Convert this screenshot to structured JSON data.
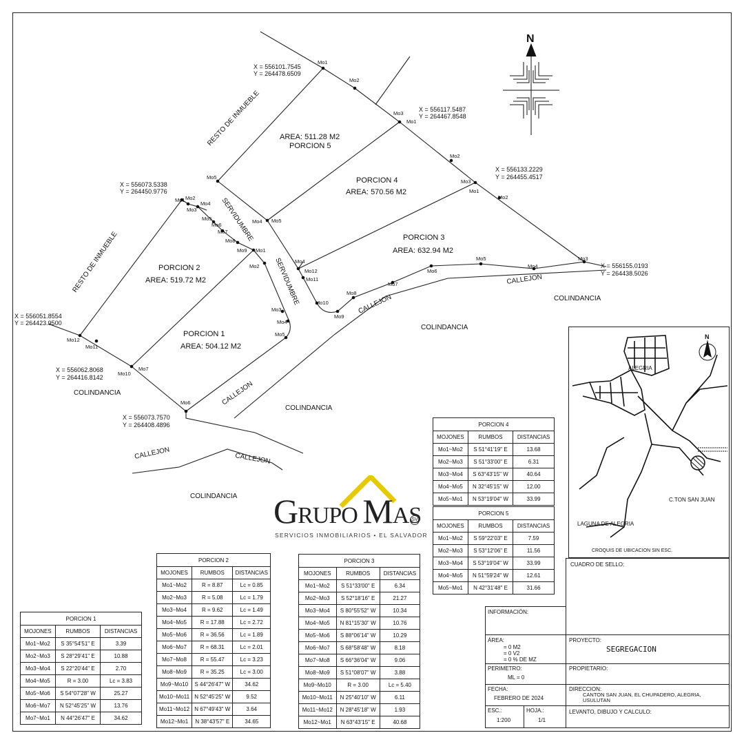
{
  "plan": {
    "north_letter": "N",
    "coords": {
      "mo1_top": {
        "x": "X  =  556101.7545",
        "y": "Y  =  264478.6509"
      },
      "mo3_top": {
        "x": "X  =  556117.5487",
        "y": "Y  =  264467.8548"
      },
      "mo3_right": {
        "x": "X  =  556133.2229",
        "y": "Y  =  264455.4517"
      },
      "mo3_far": {
        "x": "X  =  556155.0193",
        "y": "Y  =  264438.5026"
      },
      "mo1_left": {
        "x": "X  =  556073.5338",
        "y": "Y  =  264450.9776"
      },
      "mo12_left": {
        "x": "X  =  556051.8554",
        "y": "Y  =  264423.9500"
      },
      "mo10_left": {
        "x": "X  =  556062.8068",
        "y": "Y  =  264416.8142"
      },
      "mo6_bottom": {
        "x": "X  =  556073.7570",
        "y": "Y  =  264408.4896"
      }
    },
    "areas": {
      "p5": {
        "area": "AREA:  511.28  M2",
        "name": "PORCION  5"
      },
      "p4": {
        "name": "PORCION  4",
        "area": "AREA:  570.56  M2"
      },
      "p3": {
        "name": "PORCION  3",
        "area": "AREA:  632.94  M2"
      },
      "p2": {
        "name": "PORCION  2",
        "area": "AREA:  519.72  M2"
      },
      "p1": {
        "name": "PORCION  1",
        "area": "AREA:  504.12  M2"
      }
    },
    "labels": {
      "resto1": "RESTO  DE  INMUEBLE",
      "resto2": "RESTO  DE  INMUEBLE",
      "servidumbre1": "SERVIDUMBRE",
      "servidumbre2": "SERVIDUMBRE",
      "callejon": "CALLEJON",
      "colindancia": "COLINDANCIA"
    },
    "markers": [
      "Mo1",
      "Mo2",
      "Mo3",
      "Mo4",
      "Mo5",
      "Mo6",
      "Mo7",
      "Mo8",
      "Mo9",
      "Mo10",
      "Mo11",
      "Mo12"
    ]
  },
  "logo": {
    "main_a": "G",
    "main_b": "RUPO ",
    "main_c": "M",
    "main_d": "AS",
    "sv": "SV",
    "subtitle": "SERVICIOS INMOBILIARIOS • EL SALVADOR"
  },
  "location_map": {
    "town": "ALEGRIA",
    "canton": "C.TON SAN JUAN",
    "lagoon": "LAGUNA DE ALEGRIA",
    "caption": "CROQUIS DE UBICACION SIN ESC."
  },
  "tables": {
    "headers": [
      "MOJONES",
      "RUMBOS",
      "DISTANCIAS"
    ],
    "porcion1": {
      "title": "PORCION 1",
      "rows": [
        [
          "Mo1~Mo2",
          "S 35°54'51\" E",
          "3.39"
        ],
        [
          "Mo2~Mo3",
          "S 28°29'41\" E",
          "10.88"
        ],
        [
          "Mo3~Mo4",
          "S 22°20'44\" E",
          "2.70"
        ],
        [
          "Mo4~Mo5",
          "R  = 3.00",
          "Lc  = 3.83"
        ],
        [
          "Mo5~Mo6",
          "S 54°07'28\" W",
          "25.27"
        ],
        [
          "Mo6~Mo7",
          "N 52°45'25\" W",
          "13.76"
        ],
        [
          "Mo7~Mo1",
          "N 44°26'47\" E",
          "34.62"
        ]
      ]
    },
    "porcion2": {
      "title": "PORCION 2",
      "rows": [
        [
          "Mo1~Mo2",
          "R  = 8.87",
          "Lc  = 0.85"
        ],
        [
          "Mo2~Mo3",
          "R  = 5.08",
          "Lc  = 1.79"
        ],
        [
          "Mo3~Mo4",
          "R  = 9.62",
          "Lc  = 1.49"
        ],
        [
          "Mo4~Mo5",
          "R  = 17.88",
          "Lc  = 2.72"
        ],
        [
          "Mo5~Mo6",
          "R  = 36.56",
          "Lc  = 1.89"
        ],
        [
          "Mo6~Mo7",
          "R  = 68.31",
          "Lc  = 2.01"
        ],
        [
          "Mo7~Mo8",
          "R  = 55.47",
          "Lc  = 3.23"
        ],
        [
          "Mo8~Mo9",
          "R  = 35.25",
          "Lc  = 3.00"
        ],
        [
          "Mo9~Mo10",
          "S 44°26'47\" W",
          "34.62"
        ],
        [
          "Mo10~Mo11",
          "N 52°45'25\" W",
          "9.52"
        ],
        [
          "Mo11~Mo12",
          "N 67°49'43\" W",
          "3.64"
        ],
        [
          "Mo12~Mo1",
          "N 38°43'57\" E",
          "34.65"
        ]
      ]
    },
    "porcion3": {
      "title": "PORCION 3",
      "rows": [
        [
          "Mo1~Mo2",
          "S 51°33'00\" E",
          "6.34"
        ],
        [
          "Mo2~Mo3",
          "S 52°18'16\" E",
          "21.27"
        ],
        [
          "Mo3~Mo4",
          "S 80°55'52\" W",
          "10.34"
        ],
        [
          "Mo4~Mo5",
          "N 81°15'30\" W",
          "10.76"
        ],
        [
          "Mo5~Mo6",
          "S 88°06'14\" W",
          "10.29"
        ],
        [
          "Mo6~Mo7",
          "S 68°58'48\" W",
          "8.18"
        ],
        [
          "Mo7~Mo8",
          "S 66°36'04\" W",
          "9.06"
        ],
        [
          "Mo8~Mo9",
          "S 51°08'07\" W",
          "3.88"
        ],
        [
          "Mo9~Mo10",
          "R  = 3.00",
          "Lc  = 5.40"
        ],
        [
          "Mo10~Mo11",
          "N 25°40'10\" W",
          "6.11"
        ],
        [
          "Mo11~Mo12",
          "N 28°45'18\" W",
          "1.93"
        ],
        [
          "Mo12~Mo1",
          "N 63°43'15\" E",
          "40.68"
        ]
      ]
    },
    "porcion4": {
      "title": "PORCION 4",
      "rows": [
        [
          "Mo1~Mo2",
          "S 51°41'19\" E",
          "13.68"
        ],
        [
          "Mo2~Mo3",
          "S 51°33'00\" E",
          "6.31"
        ],
        [
          "Mo3~Mo4",
          "S 63°43'15\" W",
          "40.64"
        ],
        [
          "Mo4~Mo5",
          "N 32°45'15\" W",
          "12.00"
        ],
        [
          "Mo5~Mo1",
          "N 53°19'04\" W",
          "33.99"
        ]
      ]
    },
    "porcion5": {
      "title": "PORCION 5",
      "rows": [
        [
          "Mo1~Mo2",
          "S 59°22'03\" E",
          "7.59"
        ],
        [
          "Mo2~Mo3",
          "S 53°12'06\" E",
          "11.56"
        ],
        [
          "Mo3~Mo4",
          "S 53°19'04\" W",
          "33.99"
        ],
        [
          "Mo4~Mo5",
          "N 51°59'24\" W",
          "12.61"
        ],
        [
          "Mo5~Mo1",
          "N 42°31'48\" E",
          "31.66"
        ]
      ]
    }
  },
  "title_block": {
    "cuadro_sello": "CUADRO DE SELLO:",
    "informacion": "INFORMACIÓN:",
    "area_label": "ÁREA:",
    "area_lines": [
      "= 0  M2",
      "= 0  V2",
      "= 0  % DE MZ"
    ],
    "proyecto_label": "PROYECTO:",
    "proyecto_value": "SEGREGACION",
    "perimetro_label": "PERIMETRO:",
    "perimetro_value": "ML  =  0",
    "propietario_label": "PROPIETARIO:",
    "fecha_label": "FECHA:",
    "fecha_value": "FEBRERO  DE  2024",
    "direccion_label": "DIRECCION:",
    "direccion_value_1": "CANTON SAN JUAN, EL CHUPADERO, ALEGRIA,",
    "direccion_value_2": "USULUTAN",
    "esc_label": "ESC.:",
    "esc_value": "1:200",
    "hoja_label": "HOJA.:",
    "hoja_value": "1/1",
    "levanto_label": "LEVANTO, DIBUJO Y CALCULO:"
  }
}
